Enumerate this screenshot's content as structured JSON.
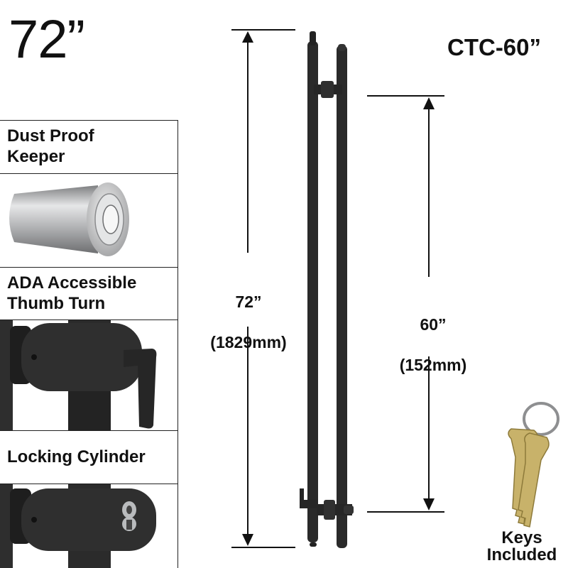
{
  "header": {
    "length": "72”",
    "model": "CTC-60”"
  },
  "features": [
    {
      "label": "Dust Proof\nKeeper",
      "icon": "dust-proof-keeper-image"
    },
    {
      "label": "ADA Accessible\nThumb Turn",
      "icon": "thumb-turn-image"
    },
    {
      "label": "Locking Cylinder",
      "icon": "locking-cylinder-image"
    }
  ],
  "dimensions": {
    "overall": {
      "imperial": "72”",
      "metric": "(1829mm)"
    },
    "center_to_center": {
      "imperial": "60”",
      "metric": "(152mm)"
    }
  },
  "keys": {
    "label": "Keys\nIncluded"
  },
  "colors": {
    "hardware": "#2a2a2a",
    "lines": "#111111",
    "brass": "#c8b26a",
    "chrome": "#c9cacb"
  }
}
